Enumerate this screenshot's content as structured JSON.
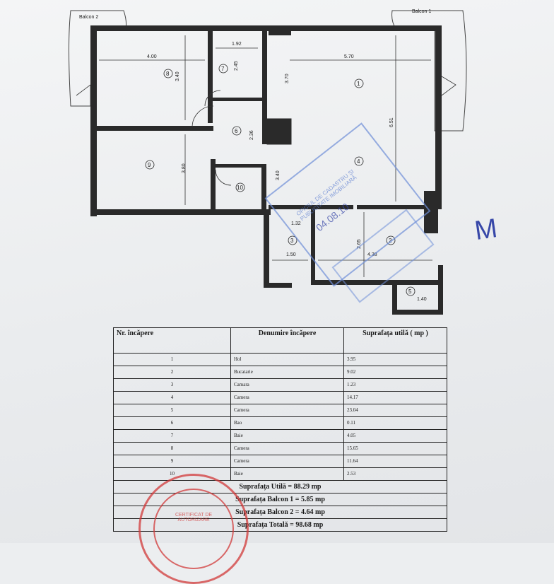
{
  "plan": {
    "balcony_left": "Balcon 2",
    "balcony_right": "Balcon 1",
    "dims": {
      "room8_w": "4.00",
      "room8_h": "3.40",
      "room7_w": "1.92",
      "room7_h": "2.45",
      "room1_w": "3.70",
      "room4_w": "5.70",
      "room4_h": "6.51",
      "hall_h": "2.36",
      "room9_h": "3.80",
      "room3_h": "3.40",
      "room2_w1": "1.32",
      "room2_w2": "1.50",
      "room2_h": "2.65",
      "room2_w3": "4.38",
      "room5_w": "1.40"
    },
    "labels": {
      "r8": "8",
      "r7": "7",
      "r6": "6",
      "r9": "9",
      "r10": "10",
      "r1": "1",
      "r4": "4",
      "r3": "3",
      "r2": "2",
      "r5": "5"
    }
  },
  "table": {
    "headers": [
      "Nr. încăpere",
      "Denumire încăpere",
      "Suprafața utilă ( mp )"
    ],
    "rows": [
      {
        "nr": "1",
        "name": "Hol",
        "area": "3.95"
      },
      {
        "nr": "2",
        "name": "Bucatarie",
        "area": "9.02"
      },
      {
        "nr": "3",
        "name": "Camara",
        "area": "1.23"
      },
      {
        "nr": "4",
        "name": "Camera",
        "area": "14.17"
      },
      {
        "nr": "5",
        "name": "Camera",
        "area": "23.04"
      },
      {
        "nr": "6",
        "name": "Bao",
        "area": "0.11"
      },
      {
        "nr": "7",
        "name": "Baie",
        "area": "4.05"
      },
      {
        "nr": "8",
        "name": "Camera",
        "area": "15.65"
      },
      {
        "nr": "9",
        "name": "Camera",
        "area": "11.64"
      },
      {
        "nr": "10",
        "name": "Baie",
        "area": "2.53"
      }
    ],
    "totals": [
      "Suprafața Utilă = 88.29 mp",
      "Suprafața Balcon 1 = 5.85 mp",
      "Suprafața Balcon 2 = 4.64 mp",
      "Suprafața Totală = 98.68 mp"
    ]
  },
  "stamps": {
    "blue_text": "OFICIUL DE CADASTRU ȘI PUBLICITATE IMOBILIARĂ",
    "blue_handwritten": "04.08.10",
    "red_text": "CERTIFICAT DE AUTORIZARE"
  },
  "handwritten_mark": "M",
  "colors": {
    "ink": "#2a2a2a",
    "stamp_blue": "#6f8fd8",
    "stamp_red": "#d23a3a",
    "pen_blue": "#3747a8"
  }
}
